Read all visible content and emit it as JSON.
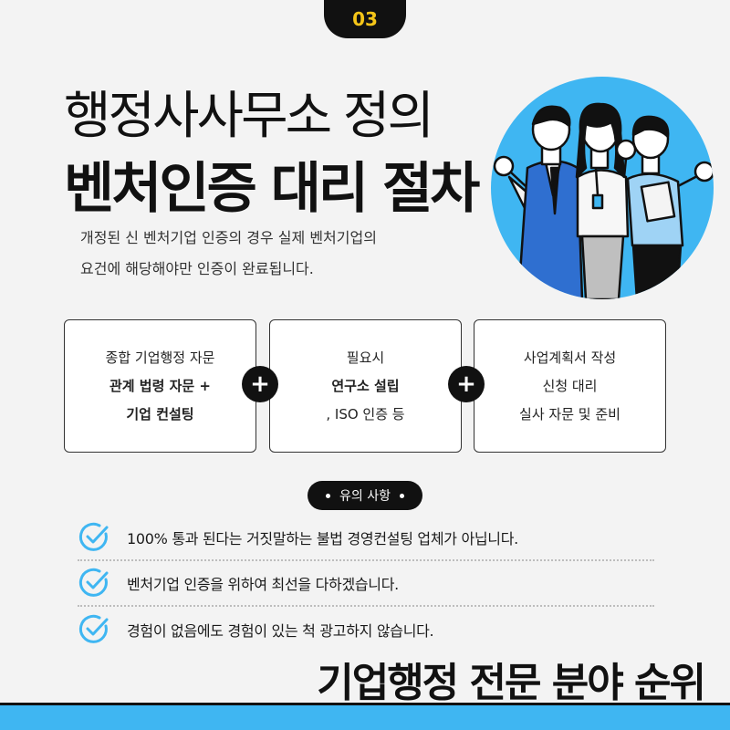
{
  "badge": "03",
  "title": {
    "line1": "행정사사무소 정의",
    "line2": "벤처인증 대리 절차"
  },
  "description": {
    "line1": "개정된 신 벤처기업 인증의 경우 실제 벤처기업의",
    "line2": "요건에 해당해야만 인증이 완료됩니다."
  },
  "steps": [
    {
      "line1": "종합 기업행정 자문",
      "line2": "관계 법령 자문 +",
      "line3": "기업 컨설팅"
    },
    {
      "line1": "필요시",
      "line2": "연구소 설립",
      "line3": ", ISO 인증 등"
    },
    {
      "line1": "사업계획서 작성",
      "line2": "신청 대리",
      "line3": "실사 자문 및 준비"
    }
  ],
  "plus_symbol": "+",
  "notice": {
    "label": "유의 사항",
    "items": [
      "100% 통과 된다는 거짓말하는 불법 경영컨설팅 업체가 아닙니다.",
      "벤처기업 인증을 위하여 최선을 다하겠습니다.",
      "경험이 없음에도 경험이 있는 척 광고하지 않습니다."
    ]
  },
  "bottom_title": "기업행정 전문 분야 순위",
  "colors": {
    "accent_blue": "#3fb6f2",
    "badge_text": "#f5c518",
    "dark": "#111111",
    "background": "#f3f3f3"
  },
  "icons": {
    "check": "check-circle-icon",
    "illustration": "business-people-illustration"
  }
}
